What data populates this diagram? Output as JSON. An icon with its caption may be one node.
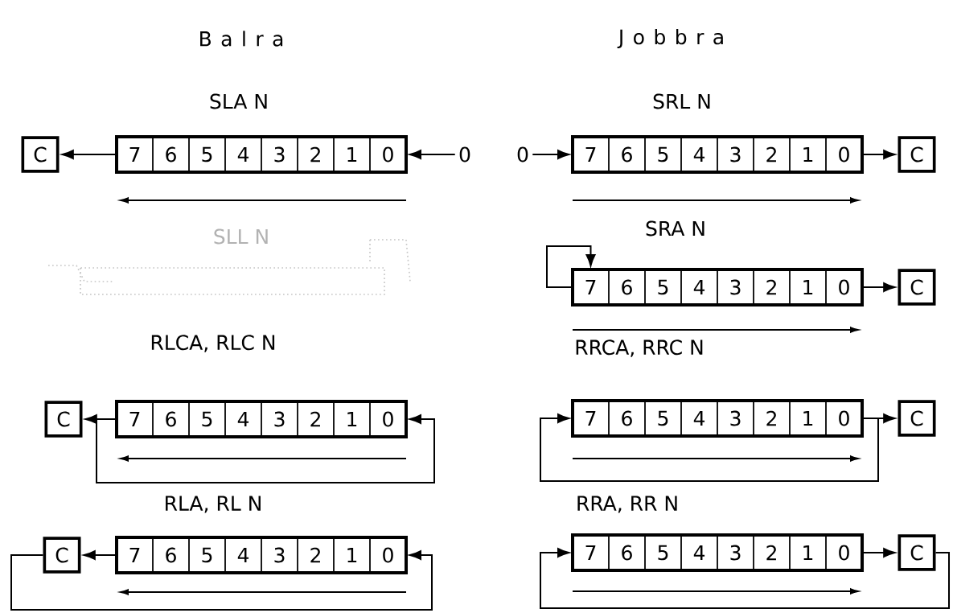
{
  "diagram": {
    "nodes": [
      {
        "text": [
          "C"
        ]
      },
      {
        "text": [],
        "shape": "box"
      },
      {
        "text": [
          "7"
        ],
        "in": 1
      },
      {
        "text": [
          "6"
        ],
        "in": 1
      },
      {
        "text": [
          "5"
        ],
        "in": 1
      },
      {
        "text": [
          "4"
        ],
        "in": 1
      },
      {
        "text": [
          "3"
        ],
        "in": 1
      },
      {
        "text": [
          "2"
        ],
        "in": 1
      },
      {
        "text": [
          "1"
        ],
        "in": 1
      },
      {
        "text": [
          "0"
        ],
        "in": 1
      },
      {
        "text": [
          "0"
        ]
      },
      {
        "text": [
          "0"
        ]
      },
      {
        "text": [],
        "shape": "box"
      },
      {
        "text": [
          "7"
        ],
        "in": 12
      },
      {
        "text": [
          "6"
        ],
        "in": 12
      },
      {
        "text": [
          "5"
        ],
        "in": 12
      },
      {
        "text": [
          "4"
        ],
        "in": 12
      },
      {
        "text": [
          "3"
        ],
        "in": 12
      },
      {
        "text": [
          "2"
        ],
        "in": 12
      },
      {
        "text": [
          "1"
        ],
        "in": 12
      },
      {
        "text": [
          "0"
        ],
        "in": 12
      },
      {
        "text": [
          "C"
        ]
      },
      {
        "text": [],
        "shape": "box"
      },
      {
        "text": [
          "7"
        ],
        "in": 22
      },
      {
        "text": [
          "6"
        ],
        "in": 22
      },
      {
        "text": [
          "5"
        ],
        "in": 22
      },
      {
        "text": [
          "4"
        ],
        "in": 22
      },
      {
        "text": [
          "3"
        ],
        "in": 22
      },
      {
        "text": [
          "2"
        ],
        "in": 22
      },
      {
        "text": [
          "1"
        ],
        "in": 22
      },
      {
        "text": [
          "0"
        ],
        "in": 22
      },
      {
        "text": [
          "C"
        ]
      },
      {
        "text": [
          "C"
        ]
      },
      {
        "text": [],
        "shape": "box"
      },
      {
        "text": [
          "7"
        ],
        "in": 33
      },
      {
        "text": [
          "6"
        ],
        "in": 33
      },
      {
        "text": [
          "5"
        ],
        "in": 33
      },
      {
        "text": [
          "4"
        ],
        "in": 33
      },
      {
        "text": [
          "3"
        ],
        "in": 33
      },
      {
        "text": [
          "2"
        ],
        "in": 33
      },
      {
        "text": [
          "1"
        ],
        "in": 33
      },
      {
        "text": [
          "0"
        ],
        "in": 33
      },
      {
        "text": [],
        "shape": "box"
      },
      {
        "text": [
          "7"
        ],
        "in": 42
      },
      {
        "text": [
          "6"
        ],
        "in": 42
      },
      {
        "text": [
          "5"
        ],
        "in": 42
      },
      {
        "text": [
          "4"
        ],
        "in": 42
      },
      {
        "text": [
          "3"
        ],
        "in": 42
      },
      {
        "text": [
          "2"
        ],
        "in": 42
      },
      {
        "text": [
          "1"
        ],
        "in": 42
      },
      {
        "text": [
          "0"
        ],
        "in": 42
      },
      {
        "text": [
          "C"
        ]
      },
      {
        "text": [
          "C"
        ]
      },
      {
        "text": [],
        "shape": "box"
      },
      {
        "text": [
          "7"
        ],
        "in": 53
      },
      {
        "text": [
          "6"
        ],
        "in": 53
      },
      {
        "text": [
          "5"
        ],
        "in": 53
      },
      {
        "text": [
          "4"
        ],
        "in": 53
      },
      {
        "text": [
          "3"
        ],
        "in": 53
      },
      {
        "text": [
          "2"
        ],
        "in": 53
      },
      {
        "text": [
          "1"
        ],
        "in": 53
      },
      {
        "text": [
          "0"
        ],
        "in": 53
      },
      {
        "text": [],
        "shape": "box"
      },
      {
        "text": [
          "7"
        ],
        "in": 62
      },
      {
        "text": [
          "6"
        ],
        "in": 62
      },
      {
        "text": [
          "5"
        ],
        "in": 62
      },
      {
        "text": [
          "4"
        ],
        "in": 62
      },
      {
        "text": [
          "3"
        ],
        "in": 62
      },
      {
        "text": [
          "2"
        ],
        "in": 62
      },
      {
        "text": [
          "1"
        ],
        "in": 62
      },
      {
        "text": [
          "0"
        ],
        "in": 62
      },
      {
        "text": [
          "C"
        ]
      }
    ],
    "edges": [
      {
        "from": 2,
        "to": 0,
        "arrow": "to"
      },
      {
        "from": 10,
        "to": 9,
        "arrow": "to"
      },
      {
        "from": 11,
        "to": 13,
        "arrow": "to"
      },
      {
        "from": 20,
        "to": 21,
        "arrow": "to"
      },
      {
        "from": 23,
        "to": 23,
        "arrow": "to"
      },
      {
        "from": 30,
        "to": 31,
        "arrow": "to"
      },
      {
        "from": 34,
        "to": 32,
        "arrow": "to"
      },
      {
        "from": 34,
        "to": 41,
        "arrow": "to"
      },
      {
        "from": 50,
        "to": 51,
        "arrow": "to"
      },
      {
        "from": 50,
        "to": 43,
        "arrow": "to"
      },
      {
        "from": 54,
        "to": 52,
        "arrow": "to"
      },
      {
        "from": 52,
        "to": 61,
        "arrow": "to"
      },
      {
        "from": 70,
        "to": 71,
        "arrow": "to"
      },
      {
        "from": 71,
        "to": 63,
        "arrow": "to"
      }
    ],
    "labels": [
      "B a l r a",
      "J o b b r a",
      "SLA N",
      "SRL N",
      "SLL N",
      "SRA N",
      "RLCA, RLC N",
      "RRCA, RRC N",
      "RLA, RL N",
      "RRA, RR N"
    ]
  }
}
